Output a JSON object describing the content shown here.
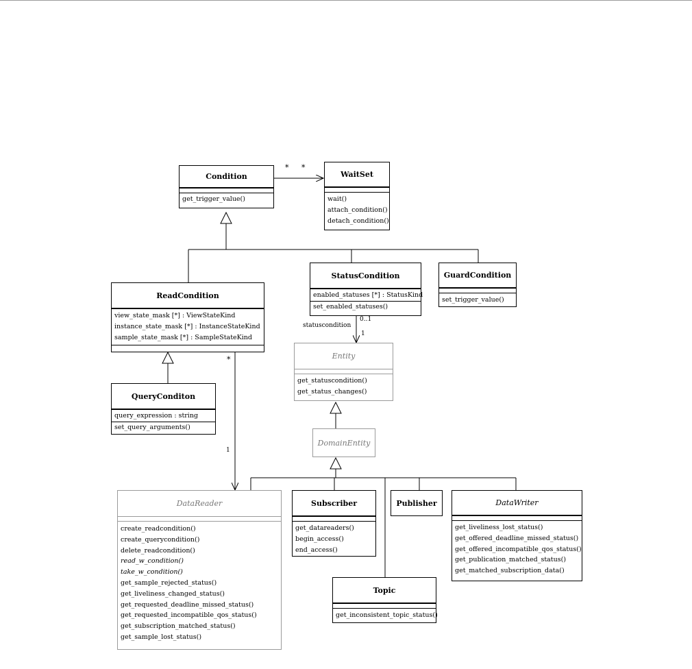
{
  "classes": {
    "condition": {
      "name": "Condition",
      "methods": [
        "get_trigger_value()"
      ]
    },
    "waitset": {
      "name": "WaitSet",
      "methods": [
        "wait()",
        "attach_condition()",
        "detach_condition()"
      ]
    },
    "readcondition": {
      "name": "ReadCondition",
      "attributes": [
        "view_state_mask [*] : ViewStateKind",
        "instance_state_mask [*] : InstanceStateKind",
        "sample_state_mask [*] : SampleStateKind"
      ]
    },
    "statuscondition": {
      "name": "StatusCondition",
      "attributes": [
        "enabled_statuses [*] : StatusKind"
      ],
      "methods": [
        "set_enabled_statuses()"
      ]
    },
    "guardcondition": {
      "name": "GuardCondition",
      "methods": [
        "set_trigger_value()"
      ]
    },
    "queryconditon": {
      "name": "QueryConditon",
      "attributes": [
        "query_expression : string"
      ],
      "methods": [
        "set_query_arguments()"
      ]
    },
    "entity": {
      "name": "Entity",
      "methods": [
        "get_statuscondition()",
        "get_status_changes()"
      ]
    },
    "domainentity": {
      "name": "DomainEntity"
    },
    "datareader": {
      "name": "DataReader",
      "methods": [
        "create_readcondition()",
        "create_querycondition()",
        "delete_readcondition()",
        "read_w_condition()",
        "take_w_condition()",
        "get_sample_rejected_status()",
        "get_liveliness_changed_status()",
        "get_requested_deadline_missed_status()",
        "get_requested_incompatible_qos_status()",
        "get_subscription_matched_status()",
        "get_sample_lost_status()"
      ]
    },
    "subscriber": {
      "name": "Subscriber",
      "methods": [
        "get_datareaders()",
        "begin_access()",
        "end_access()"
      ]
    },
    "publisher": {
      "name": "Publisher"
    },
    "datawriter": {
      "name": "DataWriter",
      "methods": [
        "get_liveliness_lost_status()",
        "get_offered_deadline_missed_status()",
        "get_offered_incompatible_qos_status()",
        "get_publication_matched_status()",
        "get_matched_subscription_data()"
      ]
    },
    "topic": {
      "name": "Topic",
      "methods": [
        "get_inconsistent_topic_status()"
      ]
    }
  },
  "multiplicities": {
    "condition_waitset_left": "*",
    "condition_waitset_right": "*",
    "status_entity_top": "0..1",
    "status_entity_bottom": "1",
    "readcond_datareader_top": "*",
    "readcond_datareader_bottom": "1"
  },
  "roles": {
    "status_entity_role": "statuscondition"
  }
}
